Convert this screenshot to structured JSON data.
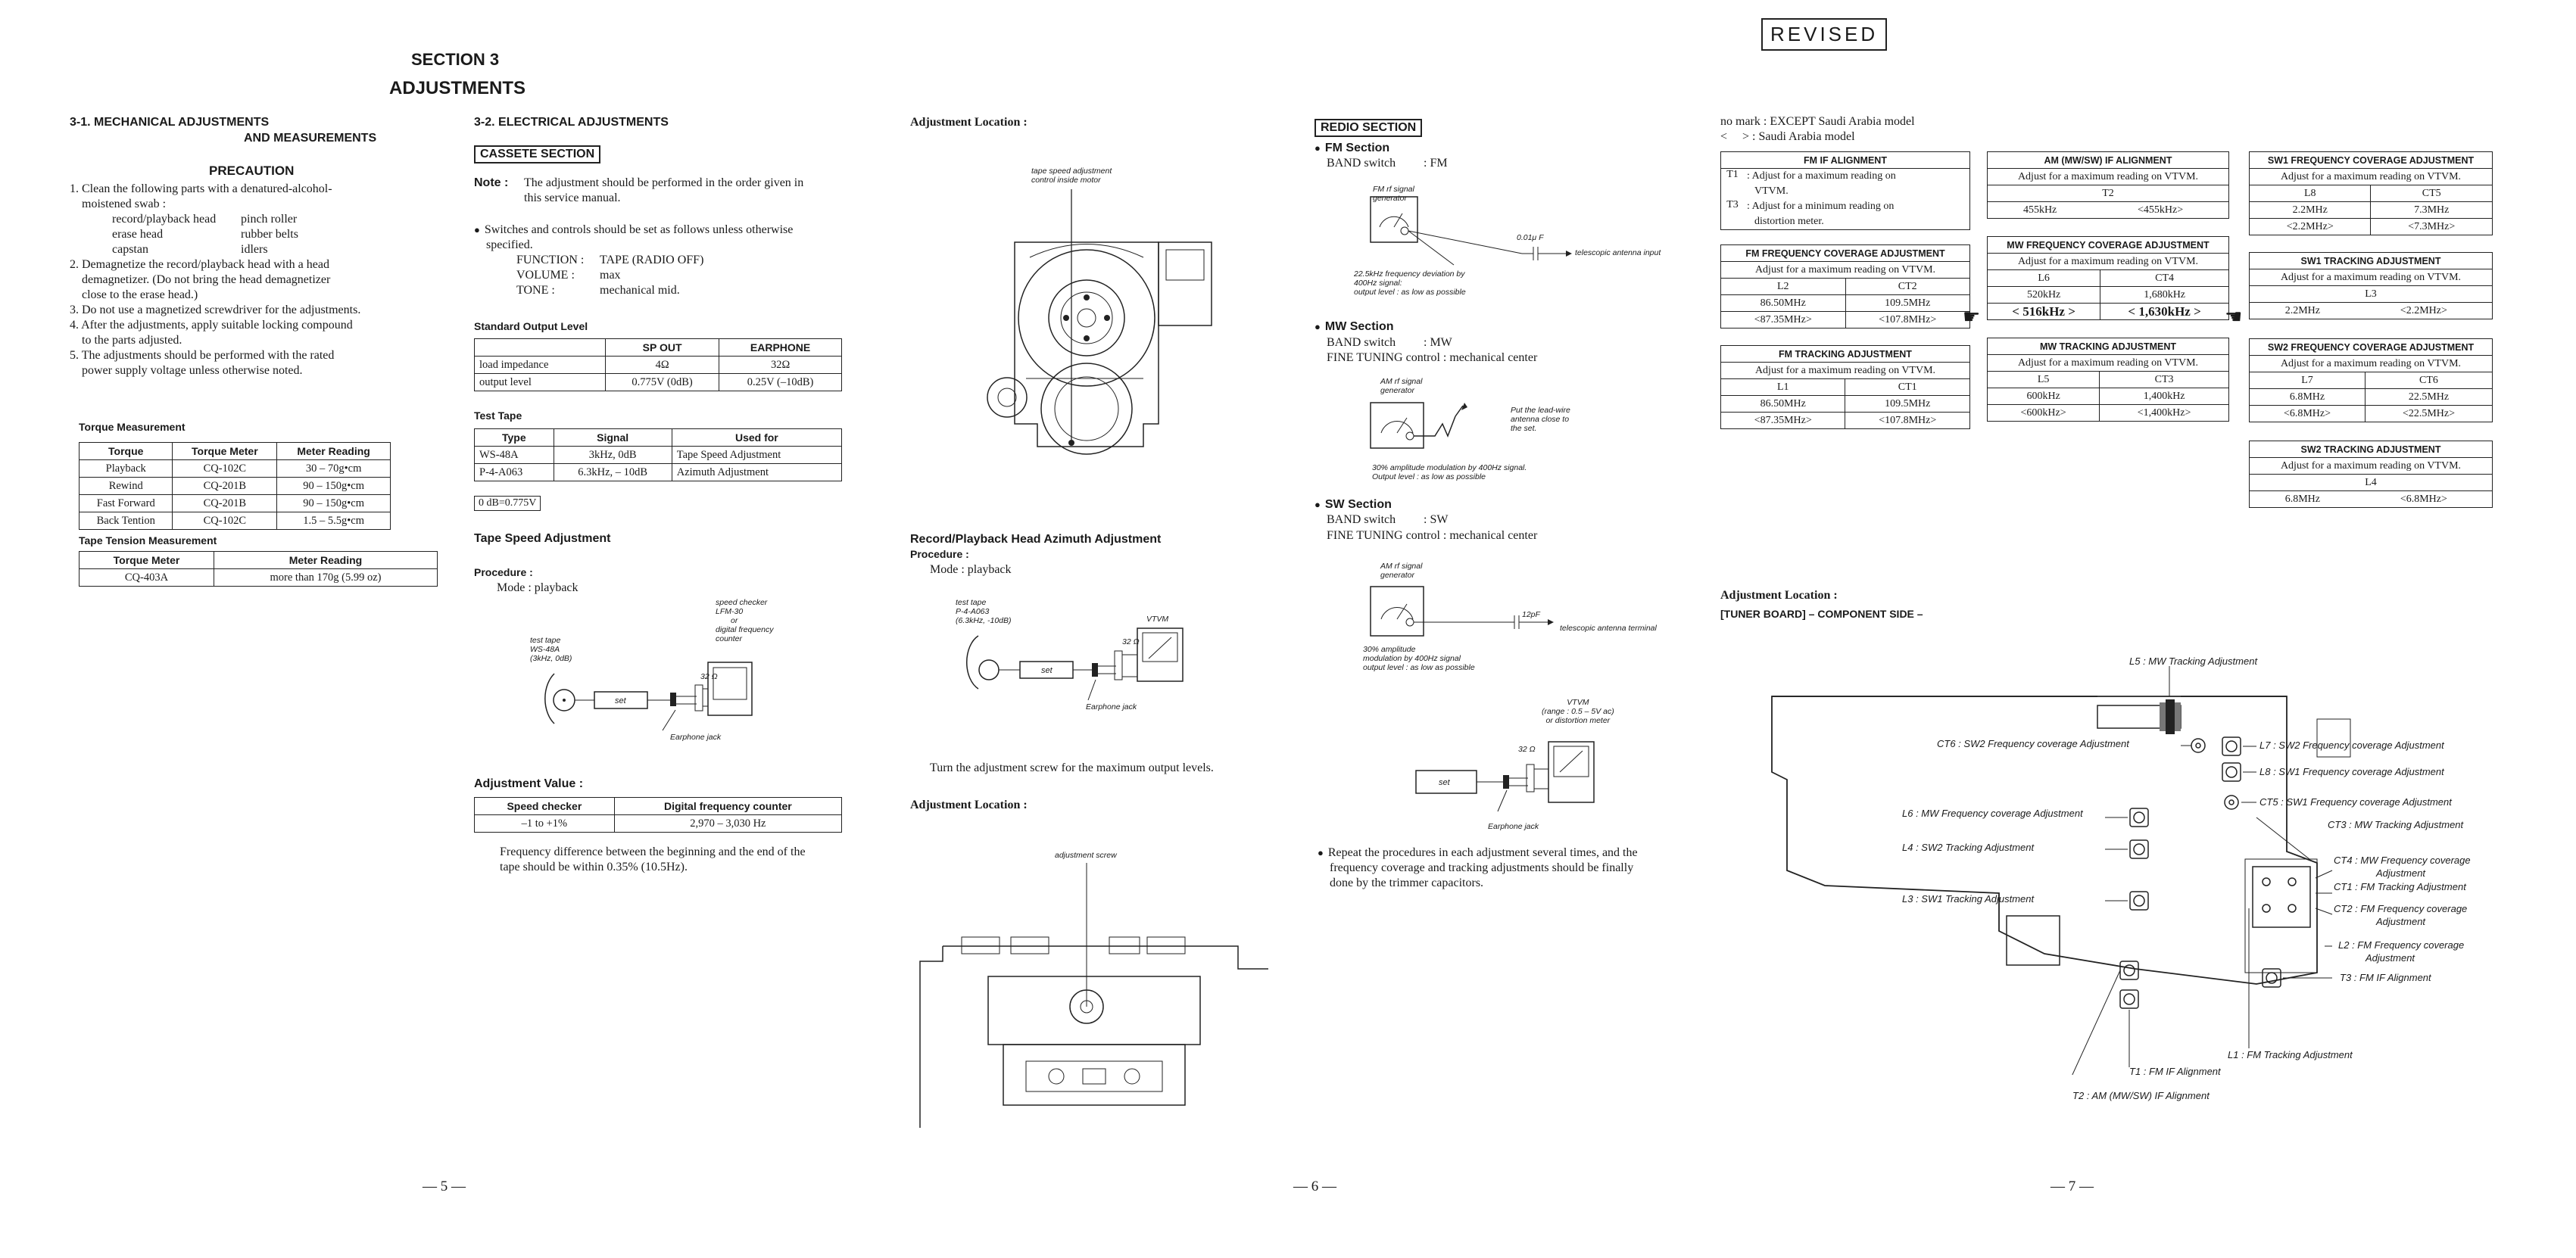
{
  "page5": {
    "section": "SECTION 3",
    "title": "ADJUSTMENTS",
    "mech_title_1": "3-1. MECHANICAL ADJUSTMENTS",
    "mech_title_2": "AND MEASUREMENTS",
    "precaution": "PRECAUTION",
    "p1": "1. Clean the following parts with a denatured-alcohol-",
    "p1b": "moistened swab :",
    "swab": [
      [
        "record/playback head",
        "pinch roller"
      ],
      [
        "erase head",
        "rubber belts"
      ],
      [
        "capstan",
        "idlers"
      ]
    ],
    "p2": "2. Demagnetize the record/playback head with a head",
    "p2b": "demagnetizer. (Do not bring the head demagnetizer",
    "p2c": "close to the erase head.)",
    "p3": "3. Do not use a magnetized screwdriver for the adjustments.",
    "p4": "4. After the adjustments, apply suitable locking compound",
    "p4b": "to the parts adjusted.",
    "p5": "5. The adjustments should be performed with the rated",
    "p5b": "power supply voltage unless otherwise noted.",
    "torque_title": "Torque Measurement",
    "torque_headers": [
      "Torque",
      "Torque Meter",
      "Meter Reading"
    ],
    "torque_rows": [
      [
        "Playback",
        "CQ-102C",
        "30 – 70g•cm"
      ],
      [
        "Rewind",
        "CQ-201B",
        "90 – 150g•cm"
      ],
      [
        "Fast Forward",
        "CQ-201B",
        "90 – 150g•cm"
      ],
      [
        "Back Tention",
        "CQ-102C",
        "1.5 – 5.5g•cm"
      ]
    ],
    "tension_title": "Tape Tension Measurement",
    "tension_headers": [
      "Torque Meter",
      "Meter Reading"
    ],
    "tension_rows": [
      [
        "CQ-403A",
        "more than 170g (5.99 oz)"
      ]
    ],
    "elec_title": "3-2. ELECTRICAL ADJUSTMENTS",
    "cassette": "CASSETE SECTION",
    "note_label": "Note :",
    "note_1": "The adjustment should be performed in the order given in",
    "note_2": "this service manual.",
    "switch_1": "Switches and controls should be set as follows unless otherwise",
    "switch_2": "specified.",
    "settings": [
      [
        "FUNCTION :",
        "TAPE (RADIO OFF)"
      ],
      [
        "VOLUME :",
        "max"
      ],
      [
        "TONE :",
        "mechanical mid."
      ]
    ],
    "sol_title": "Standard Output Level",
    "sol_headers": [
      "",
      "SP OUT",
      "EARPHONE"
    ],
    "sol_rows": [
      [
        "load impedance",
        "4Ω",
        "32Ω"
      ],
      [
        "output level",
        "0.775V (0dB)",
        "0.25V (–10dB)"
      ]
    ],
    "tt_title": "Test Tape",
    "tt_headers": [
      "Type",
      "Signal",
      "Used for"
    ],
    "tt_rows": [
      [
        "WS-48A",
        "3kHz, 0dB",
        "Tape Speed Adjustment"
      ],
      [
        "P-4-A063",
        "6.3kHz, – 10dB",
        "Azimuth Adjustment"
      ]
    ],
    "odb": "0 dB=0.775V",
    "tsa_title": "Tape Speed Adjustment",
    "procedure": "Procedure :",
    "mode": "Mode : playback",
    "d1_checker": [
      "speed checker",
      "LFM-30",
      "or",
      "digital frequency",
      "counter"
    ],
    "d1_tape": [
      "test tape",
      "WS-48A",
      "(3kHz, 0dB)"
    ],
    "d1_set": "set",
    "d1_ohm": "32 Ω",
    "d1_jack": "Earphone jack",
    "adj_value": "Adjustment Value :",
    "av_headers": [
      "Speed checker",
      "Digital frequency counter"
    ],
    "av_rows": [
      [
        "–1 to +1%",
        "2,970 – 3,030 Hz"
      ]
    ],
    "freq_1": "Frequency difference between the beginning and the end of the",
    "freq_2": "tape should be within 0.35% (10.5Hz).",
    "page_no": "— 5 —"
  },
  "page6": {
    "adj_loc": "Adjustment Location :",
    "motor_lbl": [
      "tape speed adjustment",
      "control inside motor"
    ],
    "azimuth_title": "Record/Playback Head Azimuth Adjustment",
    "procedure": "Procedure :",
    "mode": "Mode : playback",
    "d2_tape": [
      "test tape",
      "P-4-A063",
      "(6.3kHz, -10dB)"
    ],
    "d2_vtvm": "VTVM",
    "d2_set": "set",
    "d2_ohm": "32 Ω",
    "d2_jack": "Earphone jack",
    "turn": "Turn the adjustment screw for the maximum output levels.",
    "adj_loc2": "Adjustment Location :",
    "screw_lbl": "adjustment screw",
    "radio": "REDIO SECTION",
    "fm": "FM Section",
    "fm_band": [
      "BAND switch",
      ": FM"
    ],
    "fm_gen": [
      "FM rf signal",
      "generator"
    ],
    "fm_cap": "0.01μ F",
    "fm_ant": "telescopic antenna input",
    "fm_note": [
      "22.5kHz frequency deviation by",
      "400Hz signal:",
      "output level : as low as possible"
    ],
    "mw": "MW Section",
    "mw_band": [
      "BAND switch",
      ": MW"
    ],
    "mw_fine": "FINE TUNING control : mechanical center",
    "mw_gen": [
      "AM rf signal",
      "generator"
    ],
    "mw_put": [
      "Put the lead-wire",
      "antenna close to",
      "the set."
    ],
    "mw_note": [
      "30% amplitude modulation by 400Hz signal.",
      "Output level : as low as possible"
    ],
    "sw": "SW Section",
    "sw_band": [
      "BAND switch",
      ": SW"
    ],
    "sw_fine": "FINE TUNING control : mechanical center",
    "sw_gen": [
      "AM rf signal",
      "generator"
    ],
    "sw_cap": "12pF",
    "sw_ant": "telescopic antenna terminal",
    "sw_note": [
      "30% amplitude",
      "modulation by 400Hz signal",
      "output level : as low as possible"
    ],
    "d3_vtvm": [
      "VTVM",
      "(range : 0.5 – 5V ac)",
      "or distortion meter"
    ],
    "d3_set": "set",
    "d3_ohm": "32 Ω",
    "d3_jack": "Earphone jack",
    "repeat_1": "Repeat the procedures in each adjustment several times, and the",
    "repeat_2": "frequency coverage and tracking adjustments should be finally",
    "repeat_3": "done by the trimmer capacitors.",
    "page_no": "— 6 —"
  },
  "page7": {
    "revised": "REVISED",
    "nomark": "no mark : EXCEPT Saudi Arabia model",
    "mark": "<     > : Saudi Arabia model",
    "fmif_title": "FM IF ALIGNMENT",
    "fmif_rows": [
      [
        "T1",
        ": Adjust for a maximum reading on",
        "VTVM."
      ],
      [
        "T3",
        ": Adjust for a minimum reading on",
        "distortion meter."
      ]
    ],
    "fmfc_title": "FM FREQUENCY COVERAGE ADJUSTMENT",
    "fmfc_sub": "Adjust for a maximum reading on VTVM.",
    "fmfc_cols": [
      "L2",
      "CT2"
    ],
    "fmfc_rows": [
      [
        "86.50MHz",
        "109.5MHz"
      ],
      [
        "<87.35MHz>",
        "<107.8MHz>"
      ]
    ],
    "fmtr_title": "FM TRACKING ADJUSTMENT",
    "fmtr_sub": "Adjust for a maximum reading on VTVM.",
    "fmtr_cols": [
      "L1",
      "CT1"
    ],
    "fmtr_rows": [
      [
        "86.50MHz",
        "109.5MHz"
      ],
      [
        "<87.35MHz>",
        "<107.8MHz>"
      ]
    ],
    "amif_title": "AM (MW/SW) IF ALIGNMENT",
    "amif_sub": "Adjust for a maximum reading on VTVM.",
    "amif_col": "T2",
    "amif_row": [
      "455kHz",
      "<455kHz>"
    ],
    "mwfc_title": "MW FREQUENCY COVERAGE ADJUSTMENT",
    "mwfc_sub": "Adjust for a maximum reading on VTVM.",
    "mwfc_cols": [
      "L6",
      "CT4"
    ],
    "mwfc_row": [
      "520kHz",
      "1,680kHz"
    ],
    "mwfc_rev": [
      "< 516kHz >",
      "< 1,630kHz >"
    ],
    "mwtr_title": "MW TRACKING ADJUSTMENT",
    "mwtr_sub": "Adjust for a maximum reading on VTVM.",
    "mwtr_cols": [
      "L5",
      "CT3"
    ],
    "mwtr_rows": [
      [
        "600kHz",
        "1,400kHz"
      ],
      [
        "<600kHz>",
        "<1,400kHz>"
      ]
    ],
    "sw1fc_title": "SW1 FREQUENCY COVERAGE ADJUSTMENT",
    "sw1fc_sub": "Adjust for a maximum reading on VTVM.",
    "sw1fc_cols": [
      "L8",
      "CT5"
    ],
    "sw1fc_rows": [
      [
        "2.2MHz",
        "7.3MHz"
      ],
      [
        "<2.2MHz>",
        "<7.3MHz>"
      ]
    ],
    "sw1tr_title": "SW1 TRACKING ADJUSTMENT",
    "sw1tr_sub": "Adjust for a maximum reading on VTVM.",
    "sw1tr_col": "L3",
    "sw1tr_row": [
      "2.2MHz",
      "<2.2MHz>"
    ],
    "sw2fc_title": "SW2 FREQUENCY COVERAGE ADJUSTMENT",
    "sw2fc_sub": "Adjust for a maximum reading on VTVM.",
    "sw2fc_cols": [
      "L7",
      "CT6"
    ],
    "sw2fc_rows": [
      [
        "6.8MHz",
        "22.5MHz"
      ],
      [
        "<6.8MHz>",
        "<22.5MHz>"
      ]
    ],
    "sw2tr_title": "SW2 TRACKING ADJUSTMENT",
    "sw2tr_sub": "Adjust for a maximum reading on VTVM.",
    "sw2tr_col": "L4",
    "sw2tr_row": [
      "6.8MHz",
      "<6.8MHz>"
    ],
    "adj_loc": "Adjustment Location :",
    "board": "[TUNER BOARD]  – COMPONENT SIDE –",
    "callouts": {
      "l5": "L5 : MW Tracking Adjustment",
      "ct6": "CT6 : SW2 Frequency coverage Adjustment",
      "l7": "L7 : SW2 Frequency coverage Adjustment",
      "l8": "L8 : SW1 Frequency coverage Adjustment",
      "ct5": "CT5 : SW1 Frequency coverage Adjustment",
      "ct3": "CT3 : MW Tracking Adjustment",
      "l6": "L6 : MW Frequency coverage Adjustment",
      "ct4a": "CT4 : MW Frequency coverage",
      "ct4b": "Adjustment",
      "l4": "L4 : SW2 Tracking Adjustment",
      "ct1": "CT1 : FM Tracking Adjustment",
      "ct2a": "CT2 : FM Frequency coverage",
      "ct2b": "Adjustment",
      "l3": "L3 : SW1 Tracking Adjustment",
      "l2a": "L2 : FM Frequency coverage",
      "l2b": "Adjustment",
      "t3": "T3 : FM IF Alignment",
      "l1": "L1 : FM Tracking Adjustment",
      "t1": "T1 : FM IF Alignment",
      "t2": "T2 : AM (MW/SW) IF Alignment"
    },
    "page_no": "— 7 —"
  }
}
